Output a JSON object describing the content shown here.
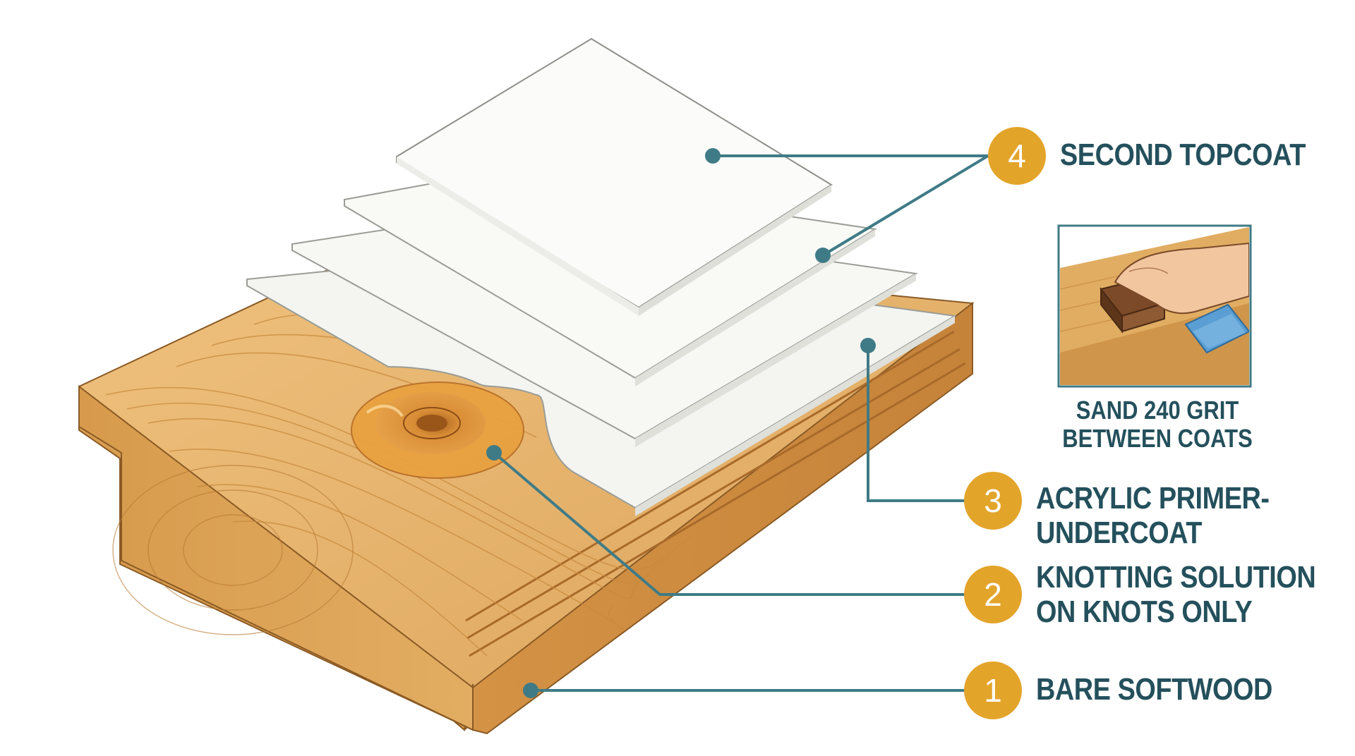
{
  "colors": {
    "leader_line": "#3f7b86",
    "badge_fill": "#e3a42a",
    "label_text": "#24505c",
    "wood_light": "#e3b26b",
    "wood_dark": "#c98c3f",
    "coat_white": "#f6f7f3"
  },
  "callouts": [
    {
      "number": "4",
      "lines": [
        "SECOND TOPCOAT"
      ]
    },
    {
      "number": "3",
      "lines": [
        "ACRYLIC PRIMER-",
        "UNDERCOAT"
      ]
    },
    {
      "number": "2",
      "lines": [
        "KNOTTING SOLUTION",
        "ON KNOTS ONLY"
      ]
    },
    {
      "number": "1",
      "lines": [
        "BARE SOFTWOOD"
      ]
    }
  ],
  "inset": {
    "icon": "hand-sanding-block-icon",
    "caption_lines": [
      "SAND 240 GRIT",
      "BETWEEN COATS"
    ]
  }
}
